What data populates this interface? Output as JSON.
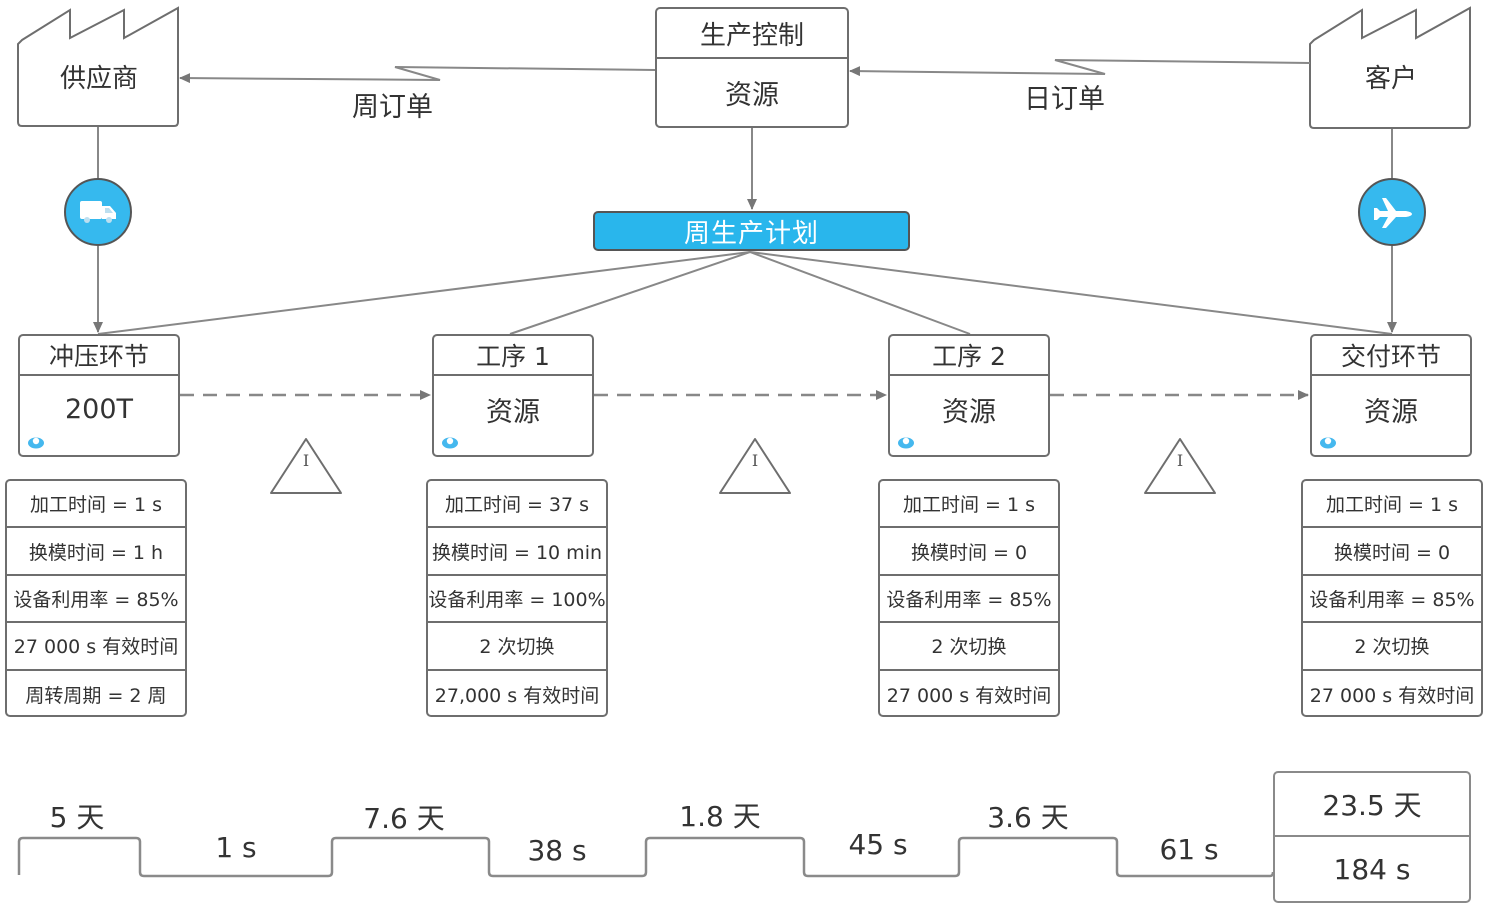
{
  "supplier": {
    "label": "供应商"
  },
  "customer": {
    "label": "客户"
  },
  "production_control": {
    "title": "生产控制",
    "body": "资源"
  },
  "orders": {
    "weekly_order": "周订单",
    "daily_order": "日订单"
  },
  "weekly_plan": {
    "label": "周生产计划"
  },
  "transport": {
    "inbound_icon": "truck-icon",
    "outbound_icon": "airplane-icon"
  },
  "colors": {
    "accent": "#29b6ec",
    "line": "#6e6e6e",
    "text": "#333333"
  },
  "processes": [
    {
      "title": "冲压环节",
      "body": "200T",
      "data": [
        "加工时间 = 1 s",
        "换模时间 = 1 h",
        "设备利用率 = 85%",
        "27 000 s 有效时间",
        "周转周期 = 2 周"
      ]
    },
    {
      "title": "工序 1",
      "body": "资源",
      "data": [
        "加工时间 = 37 s",
        "换模时间 = 10 min",
        "设备利用率 = 100%",
        "2 次切换",
        "27,000 s 有效时间"
      ]
    },
    {
      "title": "工序 2",
      "body": "资源",
      "data": [
        "加工时间 = 1 s",
        "换模时间 = 0",
        "设备利用率 = 85%",
        "2 次切换",
        "27 000 s 有效时间"
      ]
    },
    {
      "title": "交付环节",
      "body": "资源",
      "data": [
        "加工时间 = 1 s",
        "换模时间 = 0",
        "设备利用率 = 85%",
        "2 次切换",
        "27 000 s 有效时间"
      ]
    }
  ],
  "inventory": {
    "symbol": "I"
  },
  "timeline": {
    "waits": [
      "5 天",
      "7.6 天",
      "1.8 天",
      "3.6 天"
    ],
    "process_times": [
      "1 s",
      "38 s",
      "45 s",
      "61 s"
    ],
    "total_lead_time": "23.5 天",
    "total_process_time": "184 s"
  }
}
